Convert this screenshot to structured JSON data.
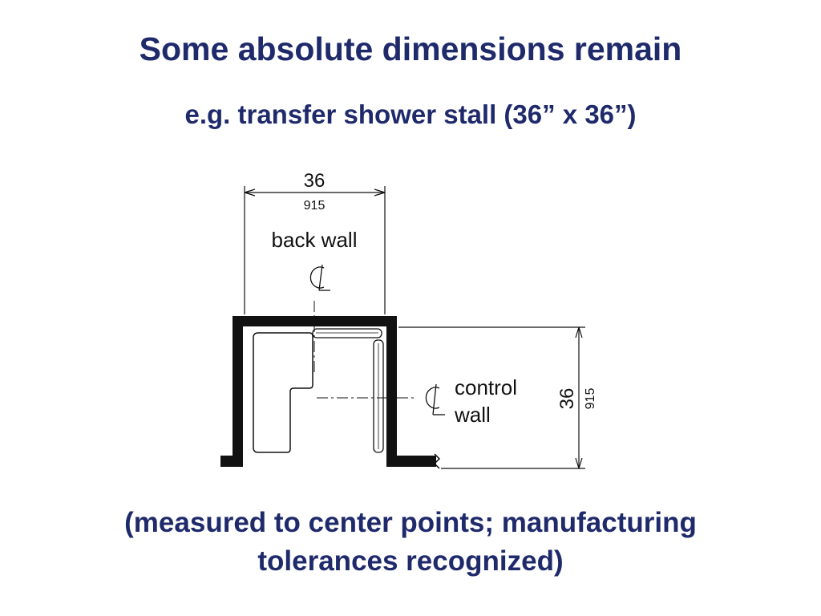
{
  "slide": {
    "title": "Some absolute dimensions remain",
    "subtitle": "e.g. transfer shower stall (36” x 36”)",
    "note_line1": "(measured to center points; manufacturing",
    "note_line2": "tolerances recognized)"
  },
  "diagram": {
    "width_dim_in": "36",
    "width_dim_mm": "915",
    "depth_dim_in": "36",
    "depth_dim_mm": "915",
    "back_wall_label": "back wall",
    "control_wall_label_1": "control",
    "control_wall_label_2": "wall"
  },
  "colors": {
    "text": "#1f2a6b",
    "ink": "#111111"
  }
}
